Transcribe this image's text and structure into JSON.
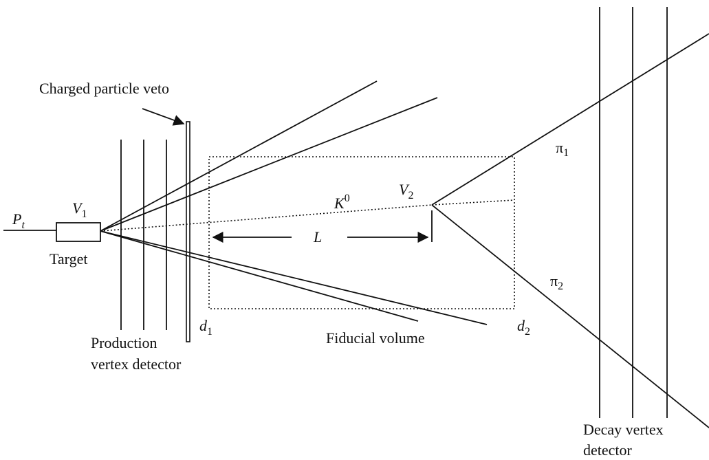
{
  "labels": {
    "charged_particle_veto": "Charged particle veto",
    "target": "Target",
    "production_detector_line1": "Production",
    "production_detector_line2": "vertex detector",
    "fiducial_volume": "Fiducial volume",
    "decay_detector_line1": "Decay vertex",
    "decay_detector_line2": "detector",
    "beam": "P",
    "beam_sub": "t",
    "vertex1": "V",
    "vertex1_sub": "1",
    "vertex2": "V",
    "vertex2_sub": "2",
    "kaon": "K",
    "kaon_sup": "0",
    "length": "L",
    "d1": "d",
    "d1_sub": "1",
    "d2": "d",
    "d2_sub": "2",
    "pion1": "π",
    "pion1_sub": "1",
    "pion2": "π",
    "pion2_sub": "2"
  }
}
